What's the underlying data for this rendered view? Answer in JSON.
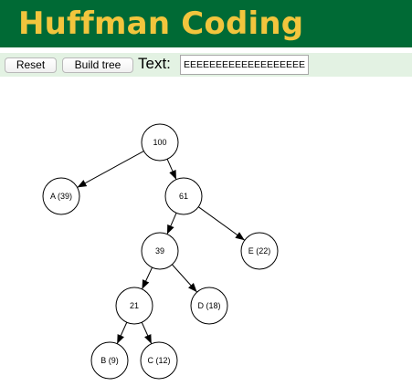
{
  "header": {
    "title": "Huffman Coding"
  },
  "controls": {
    "reset_label": "Reset",
    "build_label": "Build tree",
    "text_label": "Text:",
    "text_value": "EEEEEEEEEEEEEEEEEEEEEE"
  },
  "tree": {
    "nodes": [
      {
        "id": "n100",
        "label": "100"
      },
      {
        "id": "nA",
        "label": "A (39)"
      },
      {
        "id": "n61",
        "label": "61"
      },
      {
        "id": "n39",
        "label": "39"
      },
      {
        "id": "nE",
        "label": "E (22)"
      },
      {
        "id": "n21",
        "label": "21"
      },
      {
        "id": "nD",
        "label": "D (18)"
      },
      {
        "id": "nB",
        "label": "B (9)"
      },
      {
        "id": "nC",
        "label": "C (12)"
      }
    ],
    "edges": [
      {
        "from": "n100",
        "to": "nA"
      },
      {
        "from": "n100",
        "to": "n61"
      },
      {
        "from": "n61",
        "to": "n39"
      },
      {
        "from": "n61",
        "to": "nE"
      },
      {
        "from": "n39",
        "to": "n21"
      },
      {
        "from": "n39",
        "to": "nD"
      },
      {
        "from": "n21",
        "to": "nB"
      },
      {
        "from": "n21",
        "to": "nC"
      }
    ]
  },
  "colors": {
    "header_bg": "#006a35",
    "title_color": "#f2c53d",
    "controls_bg": "#e3f2e3"
  }
}
